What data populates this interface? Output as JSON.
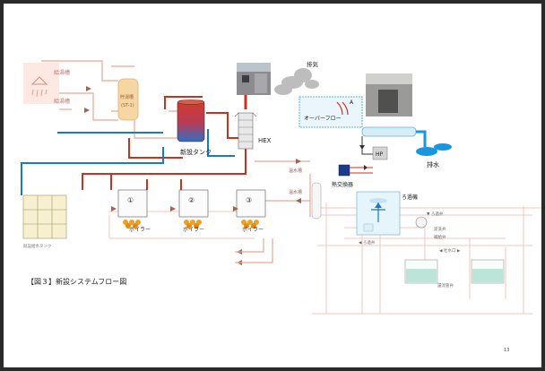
{
  "caption": "【図３】新設システムフロー図",
  "page_number": "13",
  "colors": {
    "pipe_red": "#c8321e",
    "pipe_blue": "#1e78c8",
    "pipe_pink": "#eba696",
    "pipe_pink_faint": "#f3c7bc",
    "tank_top": "#d43a2c",
    "tank_bottom": "#2f6fc4",
    "boiler_flame": "#f0a020",
    "drain_blue": "#1896e0",
    "hex_exchanger_blue": "#1a3a8a",
    "overflow_box_border": "#2a9fd8"
  },
  "labels": {
    "kyutou_upper": "給湯槽",
    "kyutou_lower": "給湯槽",
    "storage_tank": "貯湯槽",
    "storage_tank_id": "(ST-1)",
    "new_tank": "新設タンク",
    "hex": "HEX",
    "exhaust": "排気",
    "overflow": "オーバーフロー",
    "overflow_marker": "A",
    "drain": "排水",
    "hp": "HP",
    "heat_exchanger": "熱交換器",
    "warm_water_return_upper": "温水槽",
    "warm_water_return_lower": "温水槽",
    "filter": "ろ過機",
    "boiler_1_num": "①",
    "boiler_2_num": "②",
    "boiler_3_num": "③",
    "boiler_label": "ボイラー",
    "supply_tank": "既設給水タンク",
    "filtered_valve": "◀ ろ過弁",
    "filter_valve_tr": "▼ ろ過弁",
    "backwash_valve": "逆洗弁",
    "supply_valve": "補給弁",
    "drain_valve": "◀ 吐水口 ▶",
    "recirc_valve": "還流管弁"
  }
}
